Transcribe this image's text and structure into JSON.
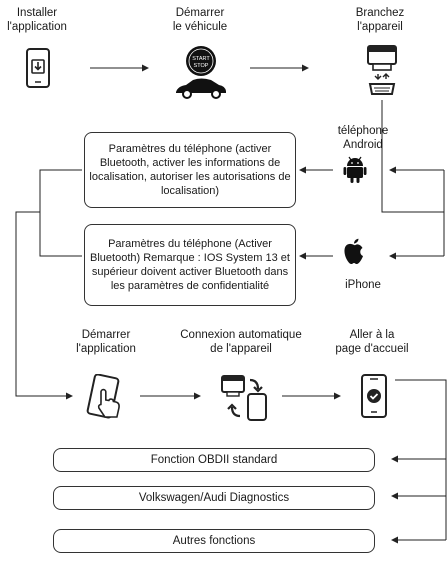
{
  "steps_top": [
    {
      "label": "Installer\nl'application",
      "icon": "phone-download-icon"
    },
    {
      "label": "Démarrer\nle véhicule",
      "icon": "start-stop-car-icon"
    },
    {
      "label": "Branchez\nl'appareil",
      "icon": "obd-plug-icon"
    }
  ],
  "platforms": {
    "android": {
      "label": "téléphone\nAndroid",
      "icon": "android-icon"
    },
    "iphone": {
      "label": "iPhone",
      "icon": "apple-icon"
    }
  },
  "settings_boxes": {
    "android": "Paramètres du téléphone (activer Bluetooth, activer les informations de localisation, autoriser les autorisations de localisation)",
    "iphone": "Paramètres du téléphone (Activer Bluetooth) Remarque : IOS System 13 et supérieur doivent activer Bluetooth dans les paramètres de confidentialité"
  },
  "steps_bottom": [
    {
      "label": "Démarrer\nl'application",
      "icon": "hand-tap-phone-icon"
    },
    {
      "label": "Connexion automatique\nde l'appareil",
      "icon": "device-sync-icon"
    },
    {
      "label": "Aller à la\npage d'accueil",
      "icon": "phone-check-icon"
    }
  ],
  "functions": [
    "Fonction OBDII standard",
    "Volkswagen/Audi Diagnostics",
    "Autres fonctions"
  ],
  "start_stop_text": {
    "line1": "START",
    "line2": "STOP"
  }
}
